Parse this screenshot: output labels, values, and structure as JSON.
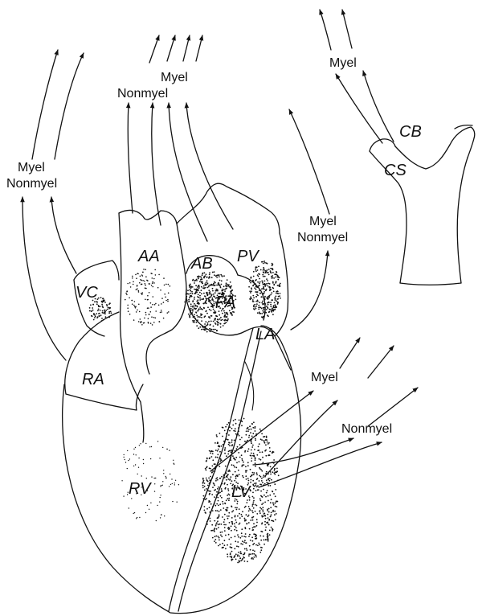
{
  "figure": {
    "fiber_labels": {
      "top_center": [
        "Myel",
        "Nonmyel"
      ],
      "left": [
        "Myel",
        "Nonmyel"
      ],
      "right_mid": [
        "Myel",
        "Nonmyel"
      ],
      "top_right": "Myel",
      "lower_right_myel": "Myel",
      "lower_right_nonmyel": "Nonmyel"
    },
    "regions": {
      "aa": "AA",
      "ab": "AB",
      "pv": "PV",
      "vc": "VC",
      "pa": "PA",
      "la": "LA",
      "ra": "RA",
      "rv": "RV",
      "lv": "LV",
      "cb": "CB",
      "cs": "CS"
    },
    "colors": {
      "ink": "#111111",
      "background": "#ffffff"
    }
  }
}
